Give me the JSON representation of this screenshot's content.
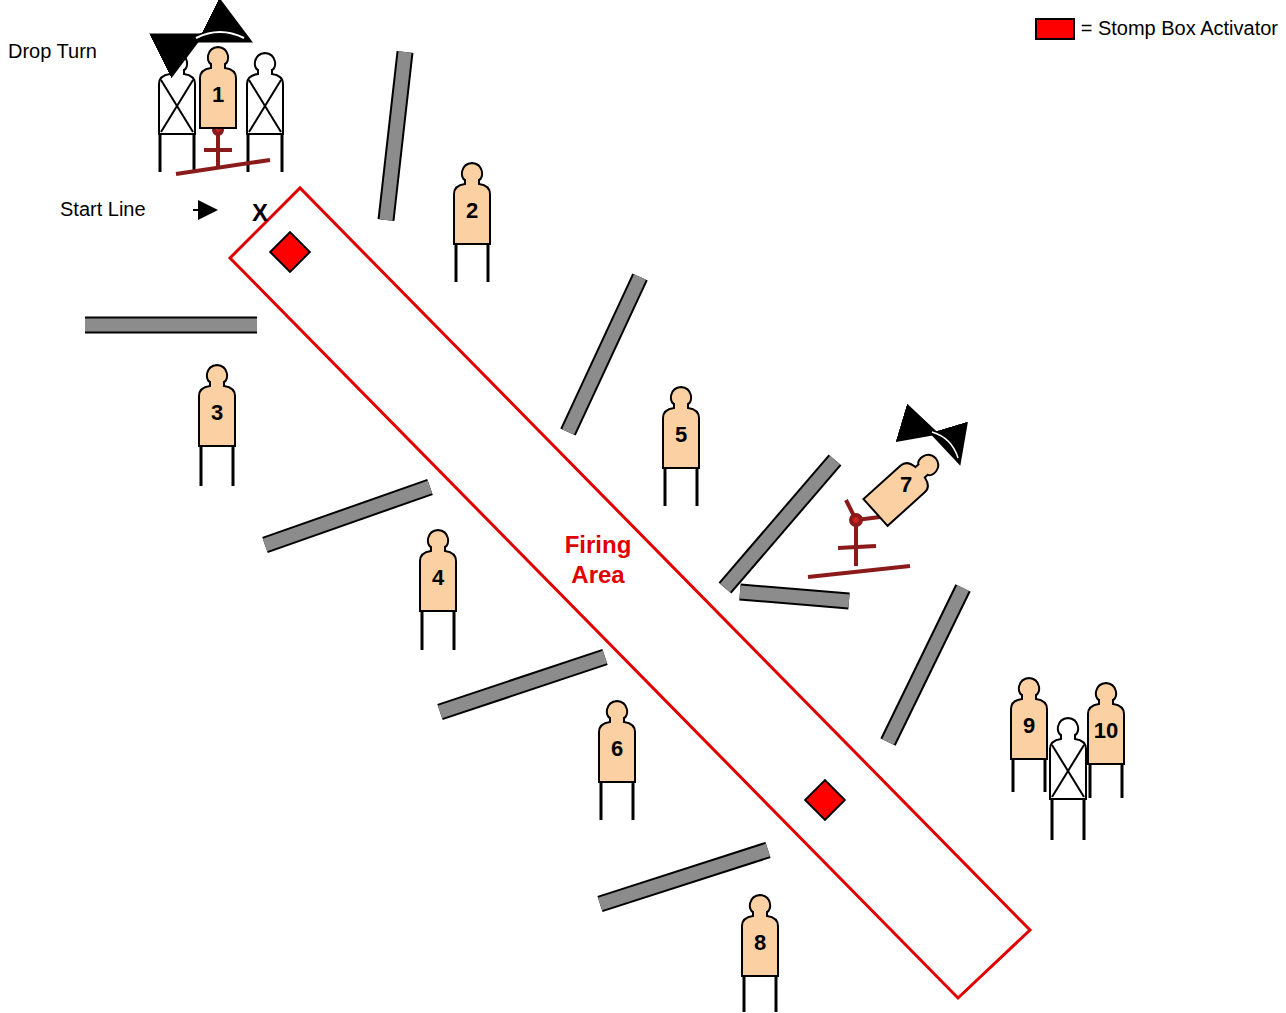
{
  "diagram": {
    "nodes": [
      {
        "text": [
          "1"
        ]
      },
      {
        "text": [
          "2"
        ]
      },
      {
        "text": [
          "3"
        ]
      },
      {
        "text": [
          "4"
        ]
      },
      {
        "text": [
          "5"
        ]
      },
      {
        "text": [
          "6"
        ]
      },
      {
        "text": [
          "7"
        ]
      },
      {
        "text": [
          "8"
        ]
      },
      {
        "text": [
          "9"
        ]
      },
      {
        "text": [
          "10"
        ]
      },
      {
        "text": [
          "Firing Area"
        ]
      }
    ],
    "labels": [
      "Drop Turn",
      "Start Line",
      "X"
    ],
    "legend": [
      {
        "text": "= Stomp Box Activator",
        "color": "#ff0000"
      }
    ]
  }
}
